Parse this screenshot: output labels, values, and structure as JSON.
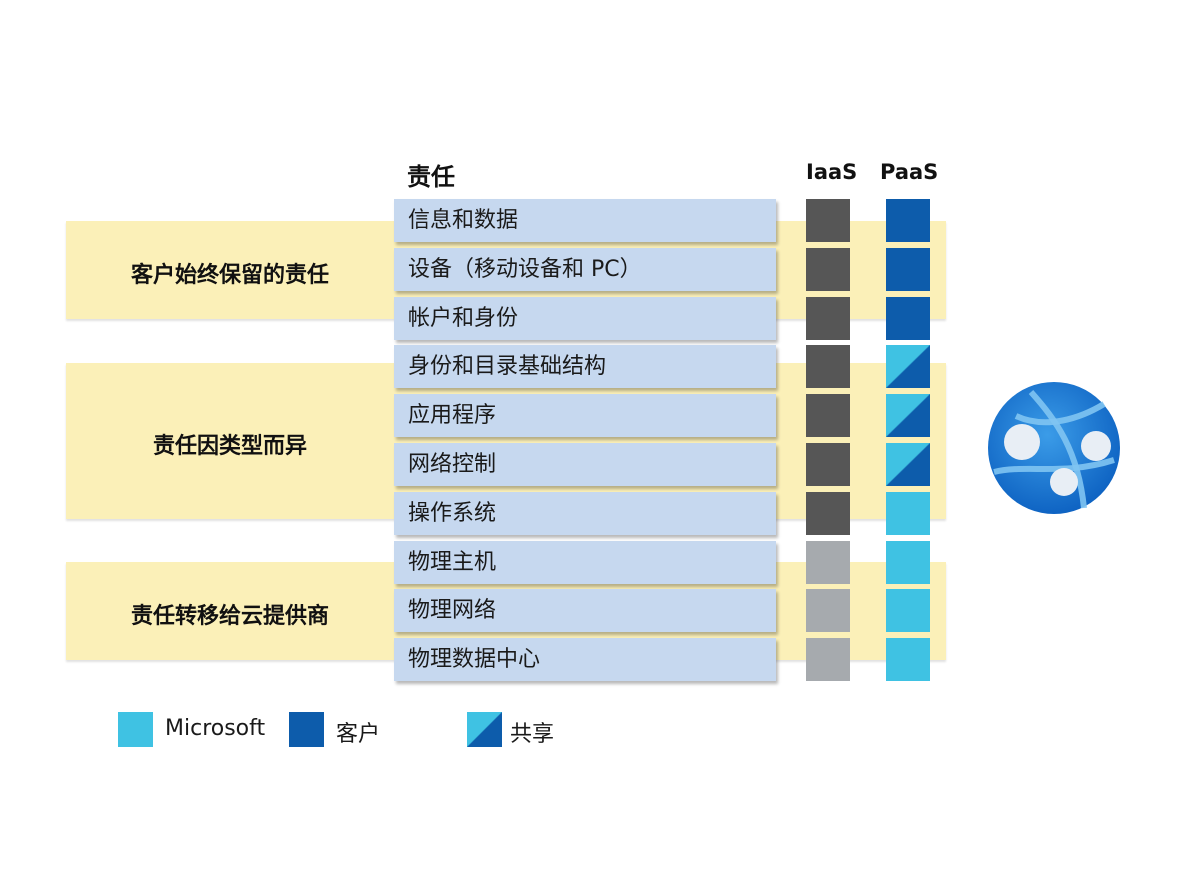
{
  "header": {
    "responsibility": "责任",
    "iaas": "IaaS",
    "paas": "PaaS"
  },
  "groups": [
    {
      "label": "客户始终保留的责任"
    },
    {
      "label": "责任因类型而异"
    },
    {
      "label": "责任转移给云提供商"
    }
  ],
  "rows": [
    {
      "label": "信息和数据",
      "iaas": "dark",
      "paas": "customer"
    },
    {
      "label": "设备（移动设备和 PC）",
      "iaas": "dark",
      "paas": "customer"
    },
    {
      "label": "帐户和身份",
      "iaas": "dark",
      "paas": "customer"
    },
    {
      "label": "身份和目录基础结构",
      "iaas": "dark",
      "paas": "shared"
    },
    {
      "label": "应用程序",
      "iaas": "dark",
      "paas": "shared"
    },
    {
      "label": "网络控制",
      "iaas": "dark",
      "paas": "shared"
    },
    {
      "label": "操作系统",
      "iaas": "dark",
      "paas": "microsoft"
    },
    {
      "label": "物理主机",
      "iaas": "light",
      "paas": "microsoft"
    },
    {
      "label": "物理网络",
      "iaas": "light",
      "paas": "microsoft"
    },
    {
      "label": "物理数据中心",
      "iaas": "light",
      "paas": "microsoft"
    }
  ],
  "legend": {
    "microsoft": "Microsoft",
    "customer": "客户",
    "shared": "共享"
  },
  "colors": {
    "microsoft": "#3fc2e3",
    "customer": "#0d5cab",
    "iaas_dark": "#565656",
    "iaas_light": "#a6aaae",
    "band": "#fbf0b8",
    "row": "#c6d8ef"
  },
  "icons": {
    "service": "azure-app-service-icon"
  }
}
